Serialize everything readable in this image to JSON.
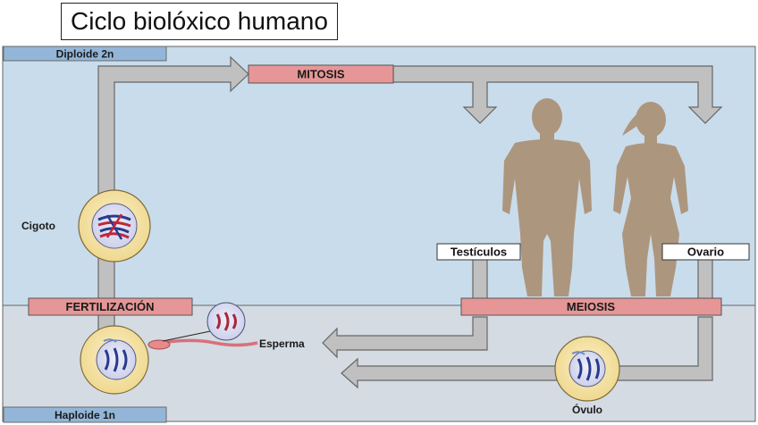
{
  "title": "Ciclo biolóxico humano",
  "zones": {
    "diploid": "Diploide 2n",
    "haploid": "Haploide 1n"
  },
  "processes": {
    "mitosis": "MITOSIS",
    "meiosis": "MEIOSIS",
    "fertilization": "FERTILIZACIÓN"
  },
  "organs": {
    "testes": "Testículos",
    "ovary": "Ovario"
  },
  "cells": {
    "zygote": "Cigoto",
    "sperm": "Esperma",
    "ovum": "Óvulo"
  },
  "colors": {
    "diploid_bg": "#c9dceb",
    "haploid_bg": "#d4dbe3",
    "zone_label": "#93b6d8",
    "process_box": "#e69696",
    "arrow": "#bfbfbf",
    "figure": "#ad967e",
    "cell_fill": "#f2df9f"
  }
}
